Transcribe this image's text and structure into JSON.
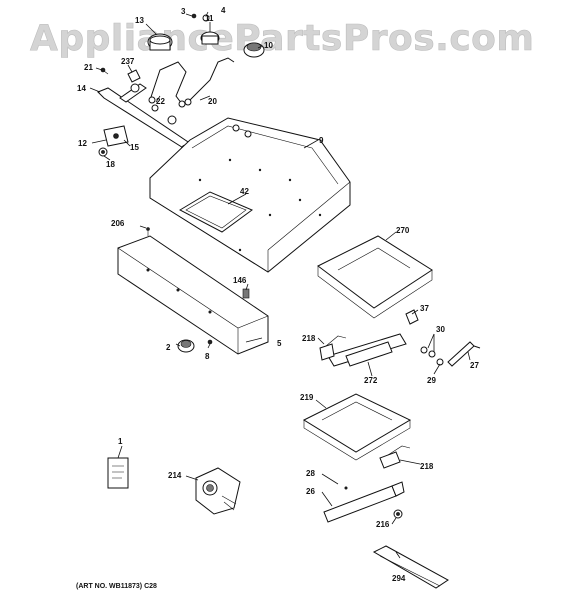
{
  "watermark": "AppliancePartsPros.com",
  "art_number": "(ART NO. WB11873) C28",
  "callouts": {
    "p1": "1",
    "p2": "2",
    "p3": "3",
    "p4": "4",
    "p5": "5",
    "p8": "8",
    "p9": "9",
    "p10": "10",
    "p11": "11",
    "p12": "12",
    "p13": "13",
    "p14": "14",
    "p15": "15",
    "p18": "18",
    "p20": "20",
    "p21": "21",
    "p22": "22",
    "p26": "26",
    "p27": "27",
    "p28": "28",
    "p29": "29",
    "p30": "30",
    "p37": "37",
    "p42": "42",
    "p146": "146",
    "p206": "206",
    "p214": "214",
    "p216": "216",
    "p218a": "218",
    "p218b": "218",
    "p219": "219",
    "p237": "237",
    "p270": "270",
    "p272": "272",
    "p294": "294"
  }
}
